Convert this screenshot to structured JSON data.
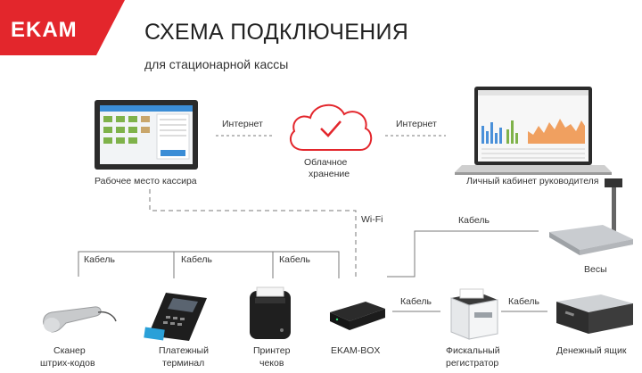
{
  "brand": {
    "logo_text": "EKAM",
    "color": "#e3262c"
  },
  "header": {
    "title": "СХЕМА ПОДКЛЮЧЕНИЯ",
    "subtitle": "для стационарной кассы"
  },
  "top": {
    "cashier": "Рабочее место кассира",
    "cloud_line1": "Облачное",
    "cloud_line2": "хранение",
    "manager": "Личный кабинет руководителя",
    "link_left": "Интернет",
    "link_right": "Интернет"
  },
  "links": {
    "wifi": "Wi-Fi",
    "cable_scales": "Кабель",
    "cable1": "Кабель",
    "cable2": "Кабель",
    "cable3": "Кабель",
    "cable_box_fiscal": "Кабель",
    "cable_fiscal_drawer": "Кабель"
  },
  "devices": {
    "scanner_1": "Сканер",
    "scanner_2": "штрих-кодов",
    "terminal_1": "Платежный",
    "terminal_2": "терминал",
    "printer_1": "Принтер",
    "printer_2": "чеков",
    "box": "EKAM-BOX",
    "fiscal_1": "Фискальный",
    "fiscal_2": "регистратор",
    "drawer": "Денежный ящик",
    "scales": "Весы"
  }
}
